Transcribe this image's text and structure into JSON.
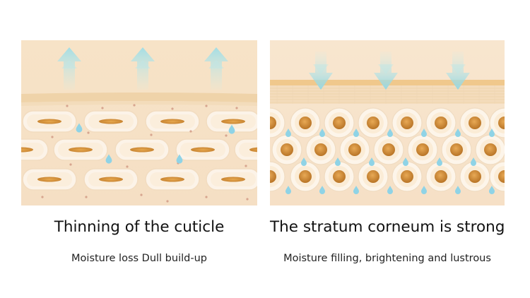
{
  "panels": {
    "left": {
      "title": "Thinning of the cuticle",
      "caption": "Moisture loss Dull build-up",
      "arrow_direction": "up",
      "illustration": "thin-cuticle-skin-layer"
    },
    "right": {
      "title": "The stratum corneum is strong",
      "caption": "Moisture filling, brightening and lustrous",
      "arrow_direction": "down",
      "illustration": "strong-stratum-corneum-skin-layer"
    }
  },
  "colors": {
    "background": "#ffffff",
    "skin_base": "#f6e2c6",
    "skin_top": "#f7e6cf",
    "cuticle_band": "#efd5ad",
    "cell_fill": "#fbf0e2",
    "nucleus": "#d9953f",
    "droplet": "#8fd3e6",
    "arrow": "#a9dfe6",
    "text": "#111111"
  }
}
